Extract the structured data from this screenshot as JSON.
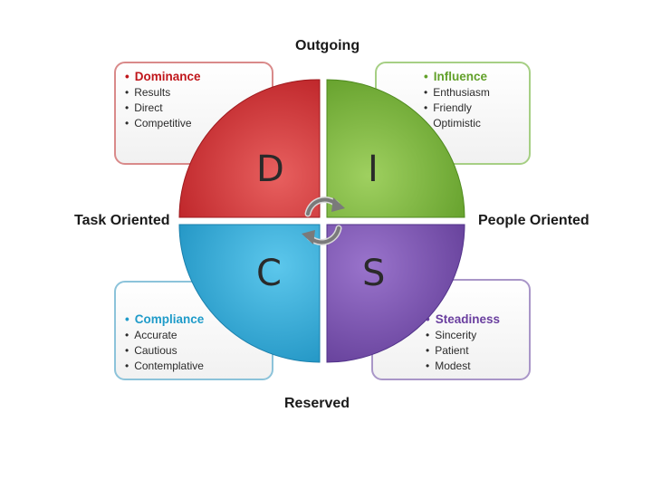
{
  "axes": {
    "top": "Outgoing",
    "bottom": "Reserved",
    "left": "Task Oriented",
    "right": "People Oriented"
  },
  "quadrants": [
    {
      "letter": "D",
      "color": "#d0262b",
      "title": "Dominance",
      "traits": [
        "Results",
        "Direct",
        "Competitive"
      ]
    },
    {
      "letter": "I",
      "color": "#77b534",
      "title": "Influence",
      "traits": [
        "Enthusiasm",
        "Friendly",
        "Optimistic"
      ]
    },
    {
      "letter": "C",
      "color": "#2aa6d6",
      "title": "Compliance",
      "traits": [
        "Accurate",
        "Cautious",
        "Contemplative"
      ]
    },
    {
      "letter": "S",
      "color": "#7b4fb0",
      "title": "Steadiness",
      "traits": [
        "Sincerity",
        "Patient",
        "Modest"
      ]
    }
  ]
}
